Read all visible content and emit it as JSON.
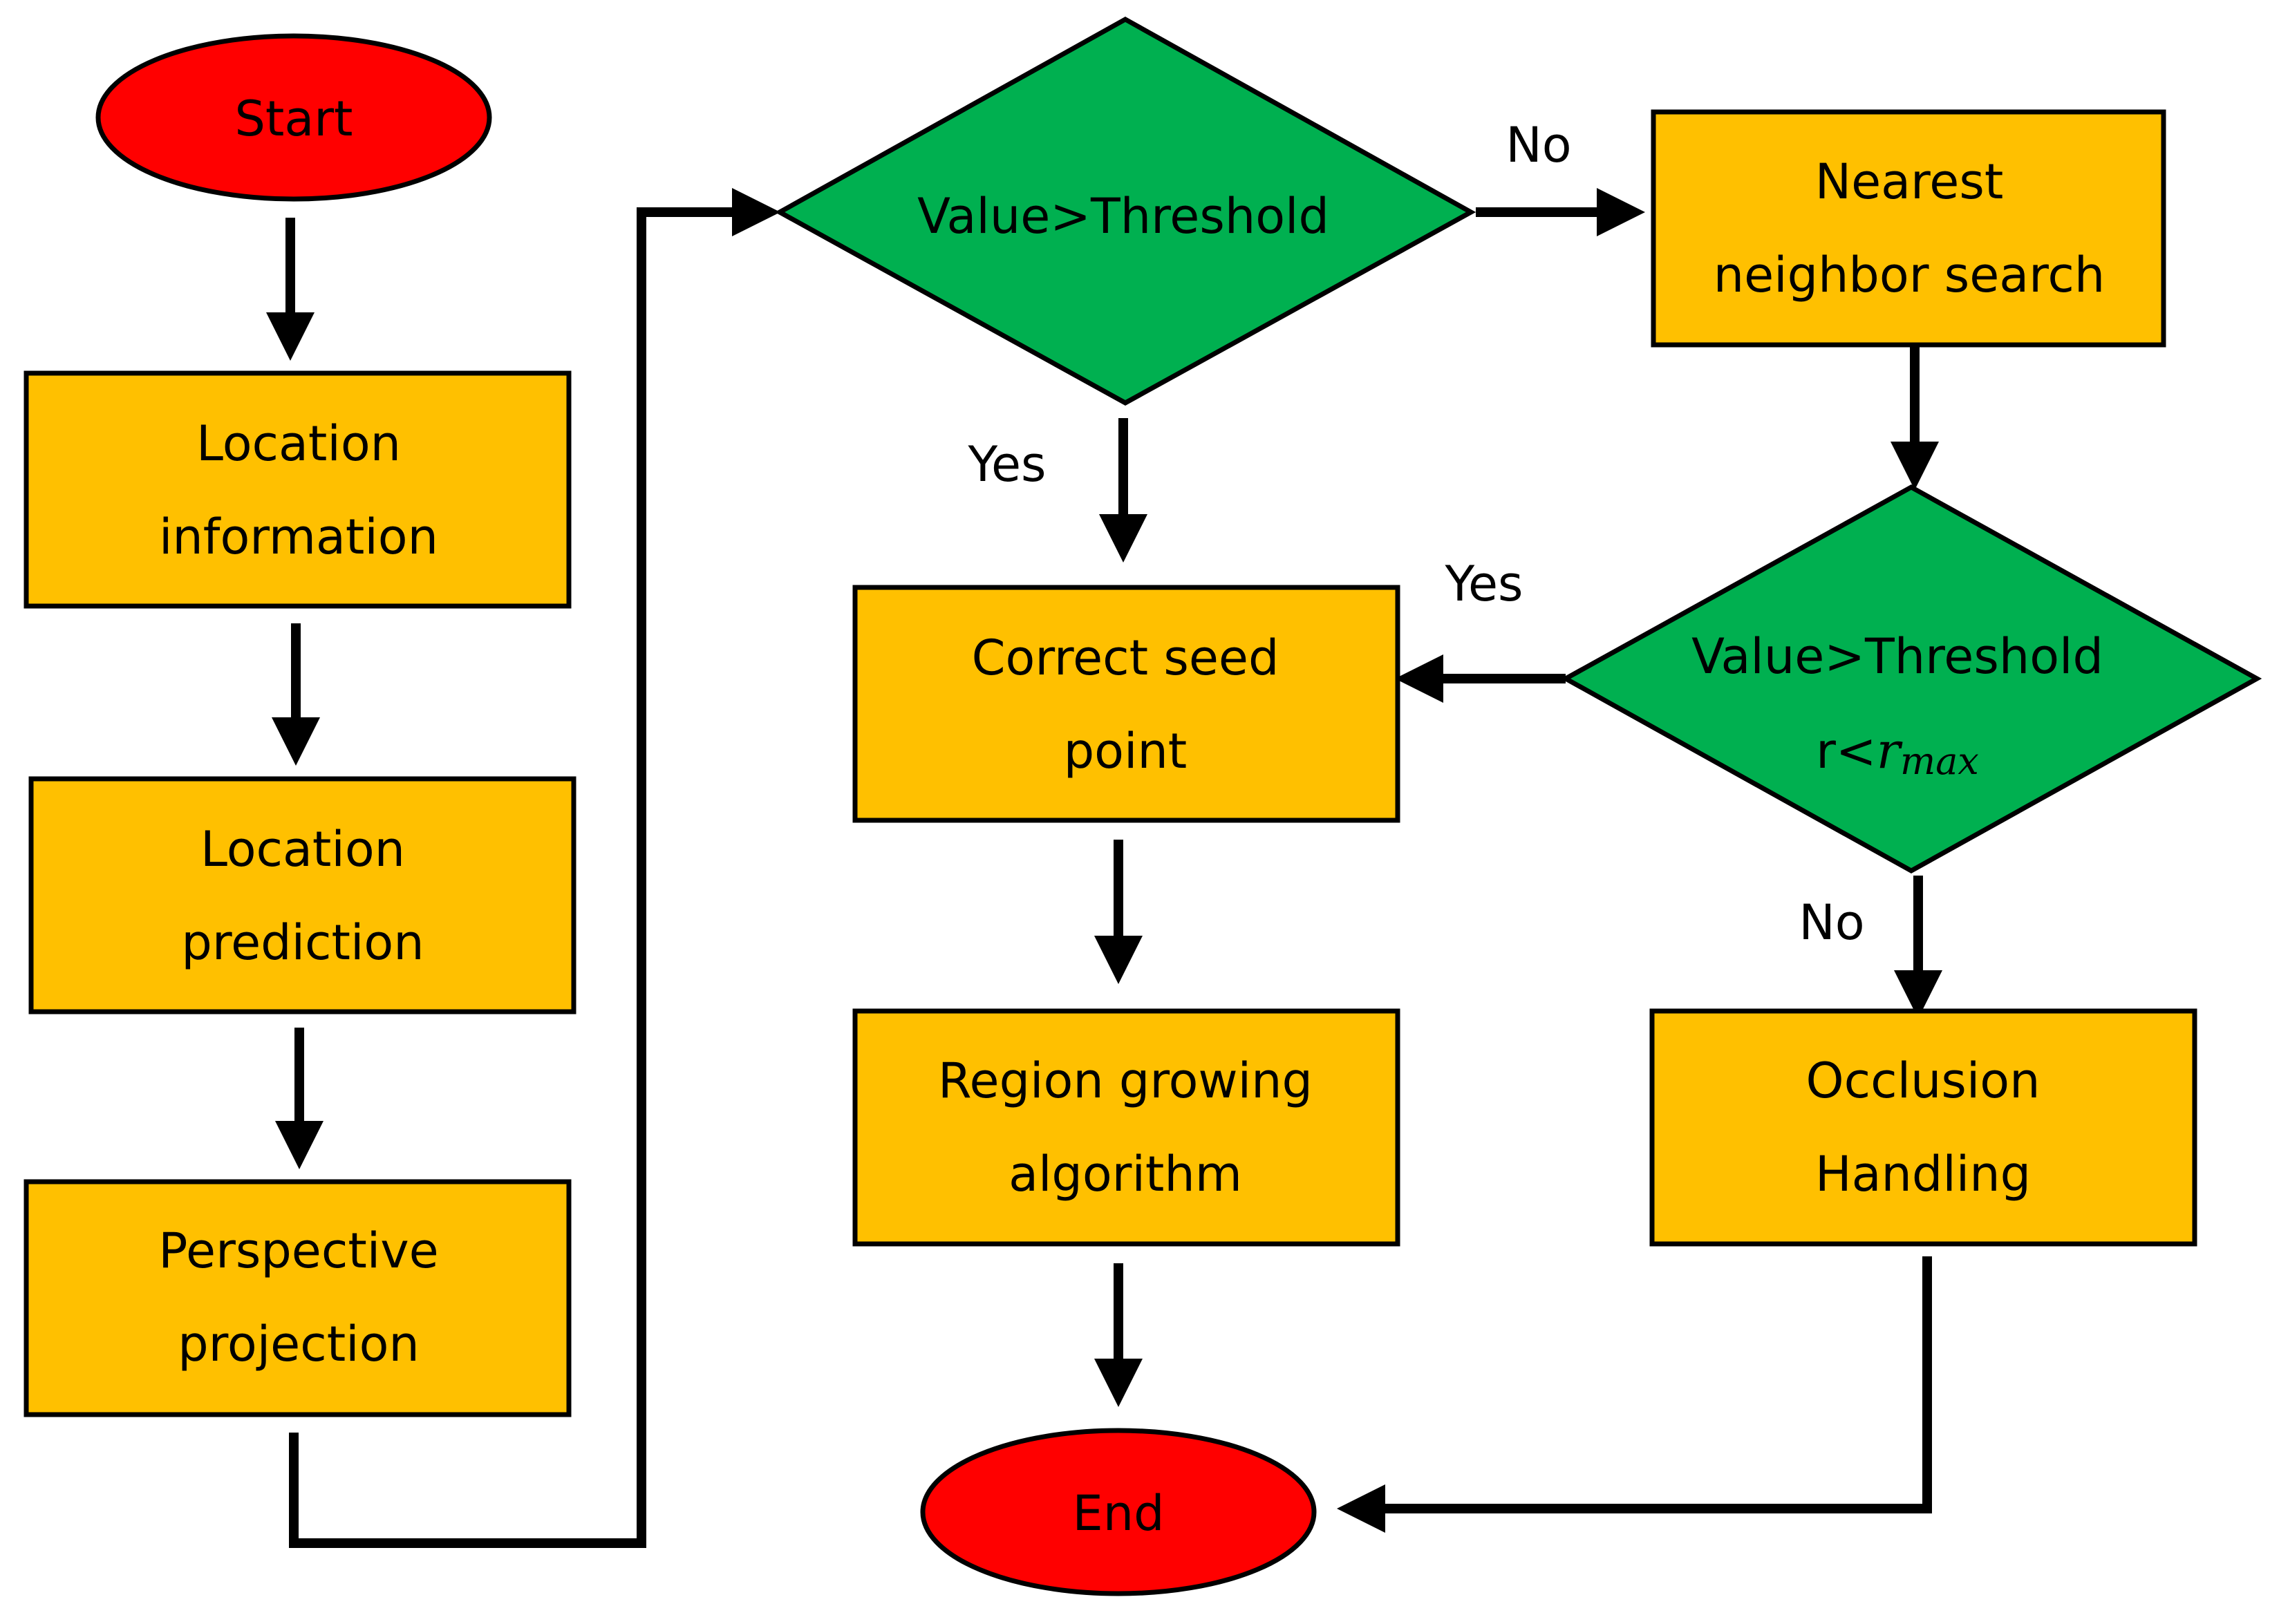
{
  "colors": {
    "terminal_fill": "#ff0000",
    "process_fill": "#ffc000",
    "decision_fill": "#00b050",
    "stroke": "#000000"
  },
  "nodes": {
    "start": "Start",
    "location_information": [
      "Location",
      "information"
    ],
    "location_prediction": [
      "Location",
      "prediction"
    ],
    "perspective_projection": [
      "Perspective",
      "projection"
    ],
    "decision_1": "Value>Threshold",
    "nearest_neighbor_search": [
      "Nearest",
      "neighbor search"
    ],
    "decision_2": {
      "line1": "Value>Threshold",
      "line2_prefix": "r<",
      "line2_var": "r",
      "line2_sub": "max"
    },
    "correct_seed_point": [
      "Correct seed",
      "point"
    ],
    "region_growing": [
      "Region growing",
      "algorithm"
    ],
    "occlusion_handling": [
      "Occlusion",
      "Handling"
    ],
    "end": "End"
  },
  "edge_labels": {
    "d1_no": "No",
    "d1_yes": "Yes",
    "d2_yes": "Yes",
    "d2_no": "No"
  }
}
